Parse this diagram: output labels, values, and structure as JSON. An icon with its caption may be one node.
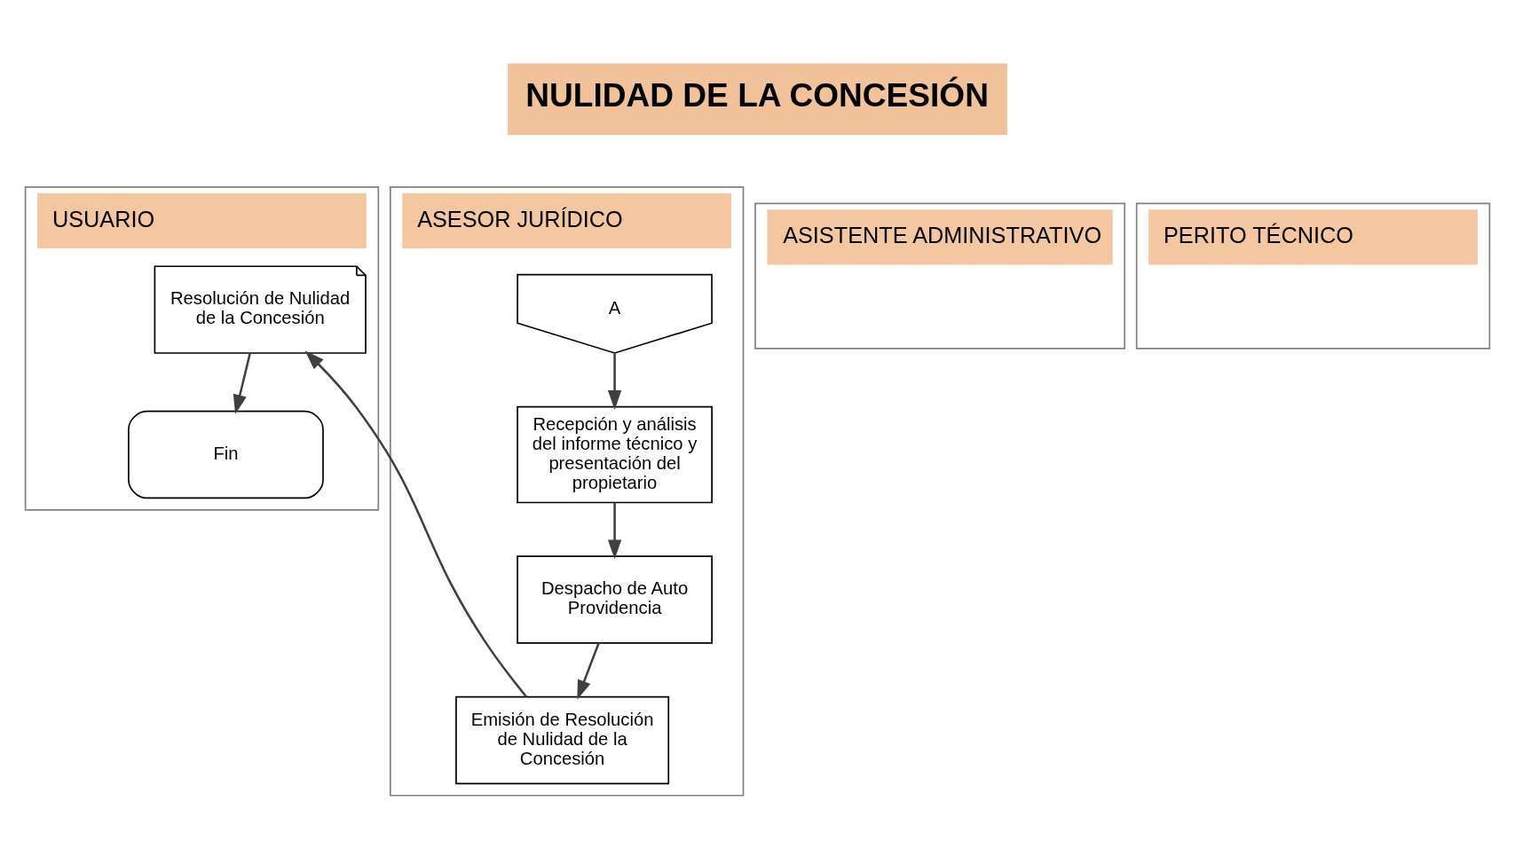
{
  "diagram": {
    "title": "NULIDAD DE LA CONCESIÓN",
    "nodes": [
      {
        "text": [
          "USUARIO"
        ]
      },
      {
        "text": [
          "ASISTENTE ADMINISTRATIVO"
        ]
      },
      {
        "text": [
          "ASESOR JURÍDICO"
        ]
      },
      {
        "text": [
          "PERITO TÉCNICO"
        ]
      },
      {
        "text": [
          "A"
        ],
        "in": 2
      },
      {
        "text": [
          "Recepción y análisis del informe técnico y presentación del propietario"
        ],
        "in": 2
      },
      {
        "text": [
          "Despacho de Auto Providencia"
        ],
        "in": 2
      },
      {
        "text": [
          "Emisión de Resolución de Nulidad de la Concesión"
        ],
        "in": 2
      },
      {
        "text": [
          "Resolución de Nulidad de la Concesión"
        ],
        "in": 0
      },
      {
        "text": [
          "Fin"
        ],
        "in": 0
      }
    ],
    "edges": [
      {
        "from": 4,
        "to": 5,
        "arrow": "to"
      },
      {
        "from": 5,
        "to": 6,
        "arrow": "to"
      },
      {
        "from": 6,
        "to": 7,
        "arrow": "to"
      },
      {
        "from": 7,
        "to": 8,
        "arrow": "to"
      },
      {
        "from": 8,
        "to": 9,
        "arrow": "to"
      }
    ]
  }
}
